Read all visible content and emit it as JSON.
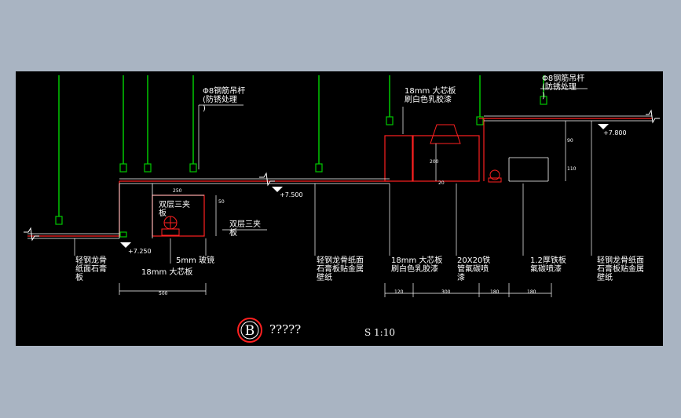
{
  "drawing": {
    "section_marker": "B",
    "title": "?????",
    "scale": "S 1:10"
  },
  "colors": {
    "background": "#000000",
    "frame": "#a9b4c2",
    "steel_rod": "#00c800",
    "board": "#ff2020",
    "dimension": "#ffffff",
    "marker_ring": "#ff2020"
  },
  "labels": {
    "rod_left": [
      "Φ8钢筋吊杆",
      "(防锈处理",
      ")"
    ],
    "rod_right": [
      "Φ8钢筋吊杆",
      "(防锈处理",
      ")"
    ],
    "board_top": [
      "18mm 大芯板",
      "刷白色乳胶漆"
    ],
    "double_plywood_a": [
      "双层三夹",
      "板"
    ],
    "double_plywood_b": [
      "双层三夹",
      "板"
    ],
    "gypsum_left": [
      "轻钢龙骨",
      "纸面石膏",
      "板"
    ],
    "mirror": "5mm 玻镜",
    "core_board_left": "18mm 大芯板",
    "gypsum_mid": [
      "轻钢龙骨纸面",
      "石膏板贴金属",
      "壁纸"
    ],
    "core_board_mid": [
      "18mm 大芯板",
      "刷白色乳胶漆"
    ],
    "iron_tube": [
      "20X20铁",
      "管氟碳喷",
      "漆"
    ],
    "iron_plate": [
      "1.2厚铁板",
      "氟碳喷漆"
    ],
    "gypsum_right": [
      "轻钢龙骨纸面",
      "石膏板贴金属",
      "壁纸"
    ]
  },
  "levels": {
    "left": "+7.250",
    "mid": "+7.500",
    "right": "+7.800"
  },
  "dimensions": {
    "d250": "250",
    "d50": "50",
    "d500_left": "500",
    "d200": "200",
    "d20": "20",
    "d90": "90",
    "d110": "110",
    "d120": "120",
    "d300": "300",
    "d180a": "180",
    "d180b": "180"
  }
}
